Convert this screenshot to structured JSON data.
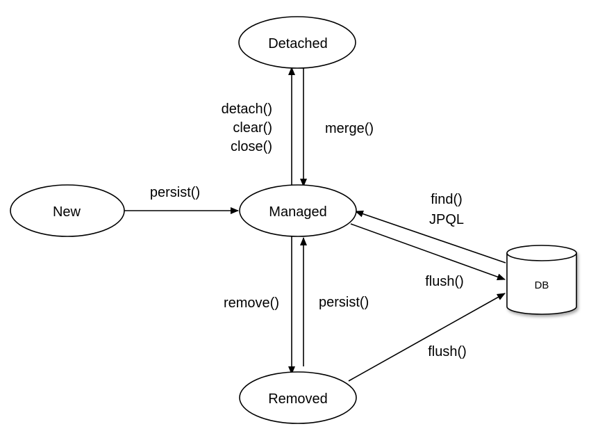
{
  "nodes": {
    "new": "New",
    "managed": "Managed",
    "detached": "Detached",
    "removed": "Removed",
    "db": "DB"
  },
  "edges": {
    "new_to_managed": [
      "persist()"
    ],
    "managed_to_detached": [
      "detach()",
      "clear()",
      "close()"
    ],
    "detached_to_managed": [
      "merge()"
    ],
    "managed_to_removed": [
      "remove()"
    ],
    "removed_to_managed": [
      "persist()"
    ],
    "db_to_managed": [
      "find()",
      "JPQL"
    ],
    "managed_to_db": [
      "flush()"
    ],
    "removed_to_db": [
      "flush()"
    ]
  }
}
